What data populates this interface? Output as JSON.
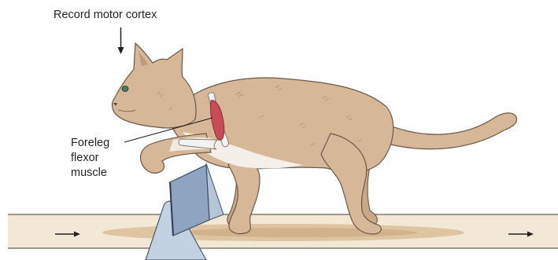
{
  "labels": {
    "record": "Record motor cortex",
    "muscle_line1": "Foreleg",
    "muscle_line2": "flexor",
    "muscle_line3": "muscle"
  },
  "colors": {
    "cat_fur": "#d6b898",
    "cat_outline": "#6b5846",
    "cat_shade": "#bf9f80",
    "chest_white": "#f4efe8",
    "muscle_red": "#c84b57",
    "bone": "#f2f2ee",
    "eye": "#3f7f5f",
    "walkway": "#f3e8d5",
    "walkway_shadow": "#d9bd97",
    "obstacle_front": "#8ea4c0",
    "obstacle_back": "#b6c5d8",
    "obstacle_stand": "#c3d2e3",
    "arrows": "#231f20"
  },
  "icons": {
    "electrode_arrow": "down-arrow",
    "direction_arrows": "right-arrow"
  }
}
